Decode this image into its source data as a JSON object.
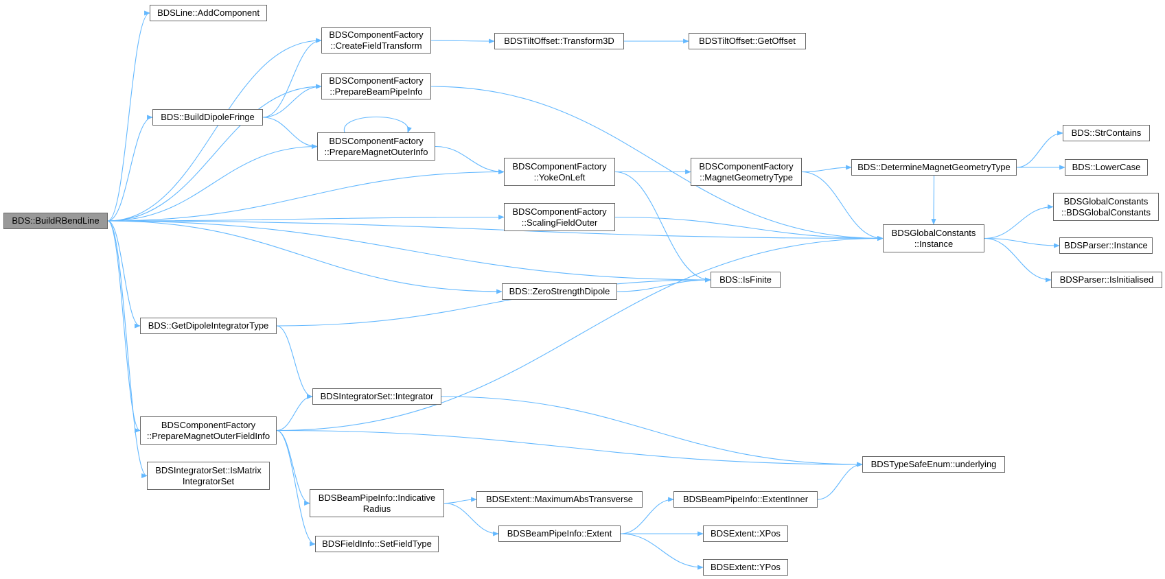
{
  "colors": {
    "edge": "#63b8ff",
    "border": "#666666",
    "root_fill": "#999999",
    "node_fill": "#ffffff"
  },
  "nodes": {
    "n0": {
      "lines": [
        "BDS::BuildRBendLine"
      ]
    },
    "n1": {
      "lines": [
        "BDSLine::AddComponent"
      ]
    },
    "n2": {
      "lines": [
        "BDSComponentFactory",
        "::CreateFieldTransform"
      ]
    },
    "n3": {
      "lines": [
        "BDSTiltOffset::Transform3D"
      ]
    },
    "n4": {
      "lines": [
        "BDSTiltOffset::GetOffset"
      ]
    },
    "n5": {
      "lines": [
        "BDSComponentFactory",
        "::PrepareBeamPipeInfo"
      ]
    },
    "n6": {
      "lines": [
        "BDS::BuildDipoleFringe"
      ]
    },
    "n7": {
      "lines": [
        "BDSComponentFactory",
        "::PrepareMagnetOuterInfo"
      ]
    },
    "n8": {
      "lines": [
        "BDSComponentFactory",
        "::YokeOnLeft"
      ]
    },
    "n9": {
      "lines": [
        "BDSComponentFactory",
        "::MagnetGeometryType"
      ]
    },
    "n10": {
      "lines": [
        "BDS::DetermineMagnetGeometryType"
      ]
    },
    "n11": {
      "lines": [
        "BDS::StrContains"
      ]
    },
    "n12": {
      "lines": [
        "BDS::LowerCase"
      ]
    },
    "n13": {
      "lines": [
        "BDSGlobalConstants",
        "::BDSGlobalConstants"
      ]
    },
    "n14": {
      "lines": [
        "BDSComponentFactory",
        "::ScalingFieldOuter"
      ]
    },
    "n15": {
      "lines": [
        "BDSGlobalConstants",
        "::Instance"
      ]
    },
    "n16": {
      "lines": [
        "BDSParser::Instance"
      ]
    },
    "n17": {
      "lines": [
        "BDSParser::IsInitialised"
      ]
    },
    "n18": {
      "lines": [
        "BDS::ZeroStrengthDipole"
      ]
    },
    "n19": {
      "lines": [
        "BDS::IsFinite"
      ]
    },
    "n20": {
      "lines": [
        "BDS::GetDipoleIntegratorType"
      ]
    },
    "n21": {
      "lines": [
        "BDSIntegratorSet::Integrator"
      ]
    },
    "n22": {
      "lines": [
        "BDSComponentFactory",
        "::PrepareMagnetOuterFieldInfo"
      ]
    },
    "n23": {
      "lines": [
        "BDSTypeSafeEnum::underlying"
      ]
    },
    "n24": {
      "lines": [
        "BDSIntegratorSet::IsMatrix",
        "IntegratorSet"
      ]
    },
    "n25": {
      "lines": [
        "BDSBeamPipeInfo::Indicative",
        "Radius"
      ]
    },
    "n26": {
      "lines": [
        "BDSExtent::MaximumAbsTransverse"
      ]
    },
    "n27": {
      "lines": [
        "BDSBeamPipeInfo::ExtentInner"
      ]
    },
    "n28": {
      "lines": [
        "BDSBeamPipeInfo::Extent"
      ]
    },
    "n29": {
      "lines": [
        "BDSExtent::XPos"
      ]
    },
    "n30": {
      "lines": [
        "BDSFieldInfo::SetFieldType"
      ]
    },
    "n31": {
      "lines": [
        "BDSExtent::YPos"
      ]
    }
  },
  "edges": [
    [
      "n0",
      "n1"
    ],
    [
      "n0",
      "n2"
    ],
    [
      "n0",
      "n5"
    ],
    [
      "n0",
      "n6"
    ],
    [
      "n0",
      "n7"
    ],
    [
      "n0",
      "n8"
    ],
    [
      "n0",
      "n14"
    ],
    [
      "n0",
      "n19"
    ],
    [
      "n0",
      "n18"
    ],
    [
      "n0",
      "n20"
    ],
    [
      "n0",
      "n15"
    ],
    [
      "n0",
      "n22"
    ],
    [
      "n0",
      "n24"
    ],
    [
      "n2",
      "n3"
    ],
    [
      "n3",
      "n4"
    ],
    [
      "n5",
      "n15"
    ],
    [
      "n6",
      "n2"
    ],
    [
      "n6",
      "n5"
    ],
    [
      "n6",
      "n7"
    ],
    [
      "n7",
      "n7"
    ],
    [
      "n7",
      "n8"
    ],
    [
      "n8",
      "n9"
    ],
    [
      "n8",
      "n19"
    ],
    [
      "n9",
      "n10"
    ],
    [
      "n9",
      "n15"
    ],
    [
      "n10",
      "n11"
    ],
    [
      "n10",
      "n12"
    ],
    [
      "n10",
      "n15"
    ],
    [
      "n14",
      "n15"
    ],
    [
      "n15",
      "n13"
    ],
    [
      "n15",
      "n16"
    ],
    [
      "n15",
      "n17"
    ],
    [
      "n18",
      "n19"
    ],
    [
      "n20",
      "n19"
    ],
    [
      "n20",
      "n21"
    ],
    [
      "n21",
      "n23"
    ],
    [
      "n22",
      "n21"
    ],
    [
      "n22",
      "n15"
    ],
    [
      "n22",
      "n23"
    ],
    [
      "n22",
      "n25"
    ],
    [
      "n22",
      "n30"
    ],
    [
      "n25",
      "n26"
    ],
    [
      "n25",
      "n28"
    ],
    [
      "n28",
      "n27"
    ],
    [
      "n28",
      "n29"
    ],
    [
      "n28",
      "n31"
    ],
    [
      "n27",
      "n23"
    ]
  ]
}
